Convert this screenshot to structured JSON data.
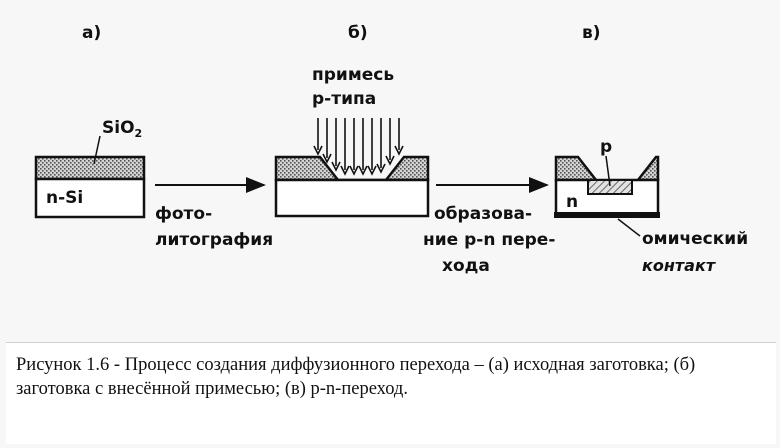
{
  "panels": {
    "a": {
      "letter": "а)",
      "layer_oxide": "SiO",
      "layer_oxide_sub": "2",
      "substrate": "n-Si"
    },
    "b": {
      "letter": "б)",
      "impurity_line1": "примесь",
      "impurity_line2": "р-типа"
    },
    "c": {
      "letter": "в)",
      "region_p": "р",
      "region_n": "n",
      "contact_line1": "омический",
      "contact_line2": "контакт"
    }
  },
  "arrows": {
    "first": {
      "line1": "фото-",
      "line2": "литография"
    },
    "second": {
      "line1": "образова-",
      "line2": "ние р-n пере-",
      "line3": "хода"
    }
  },
  "caption": "Рисунок 1.6 - Процесс создания диффузионного перехода – (а) исходная заготовка; (б) заготовка с внесённой примесью; (в) р-n-переход.",
  "colors": {
    "ink": "#111111",
    "hatch": "#9a9a9a",
    "background": "#f7f7f7"
  }
}
